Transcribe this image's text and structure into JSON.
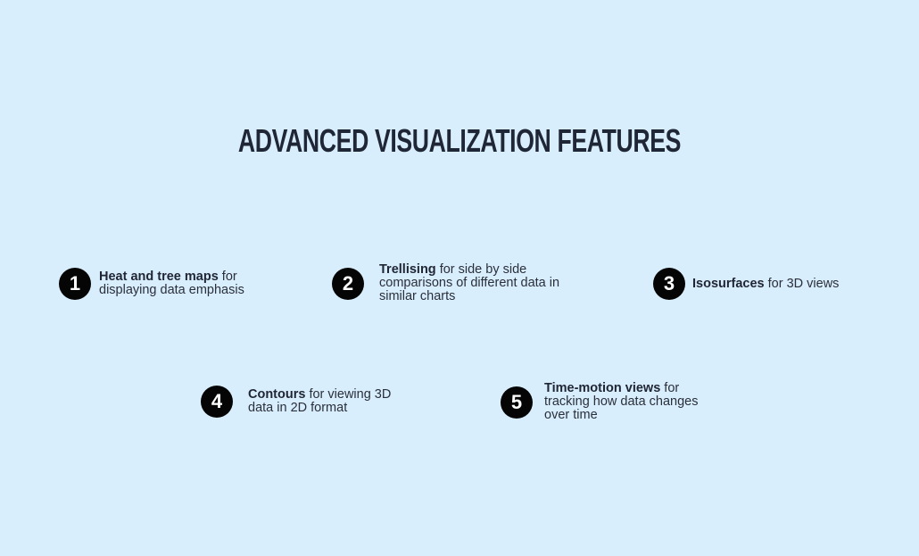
{
  "title": "ADVANCED VISUALIZATION FEATURES",
  "features": [
    {
      "number": "1",
      "bold": "Heat and tree maps",
      "rest": " for displaying data emphasis"
    },
    {
      "number": "2",
      "bold": "Trellising",
      "rest": " for side by side comparisons of different data in similar charts"
    },
    {
      "number": "3",
      "bold": "Isosurfaces",
      "rest": " for 3D views"
    },
    {
      "number": "4",
      "bold": "Contours",
      "rest": " for viewing 3D data in 2D format"
    },
    {
      "number": "5",
      "bold": "Time-motion views",
      "rest": " for tracking how data changes over time"
    }
  ],
  "colors": {
    "background": "#d9eefd",
    "badge": "#050505",
    "title": "#1f2635"
  }
}
